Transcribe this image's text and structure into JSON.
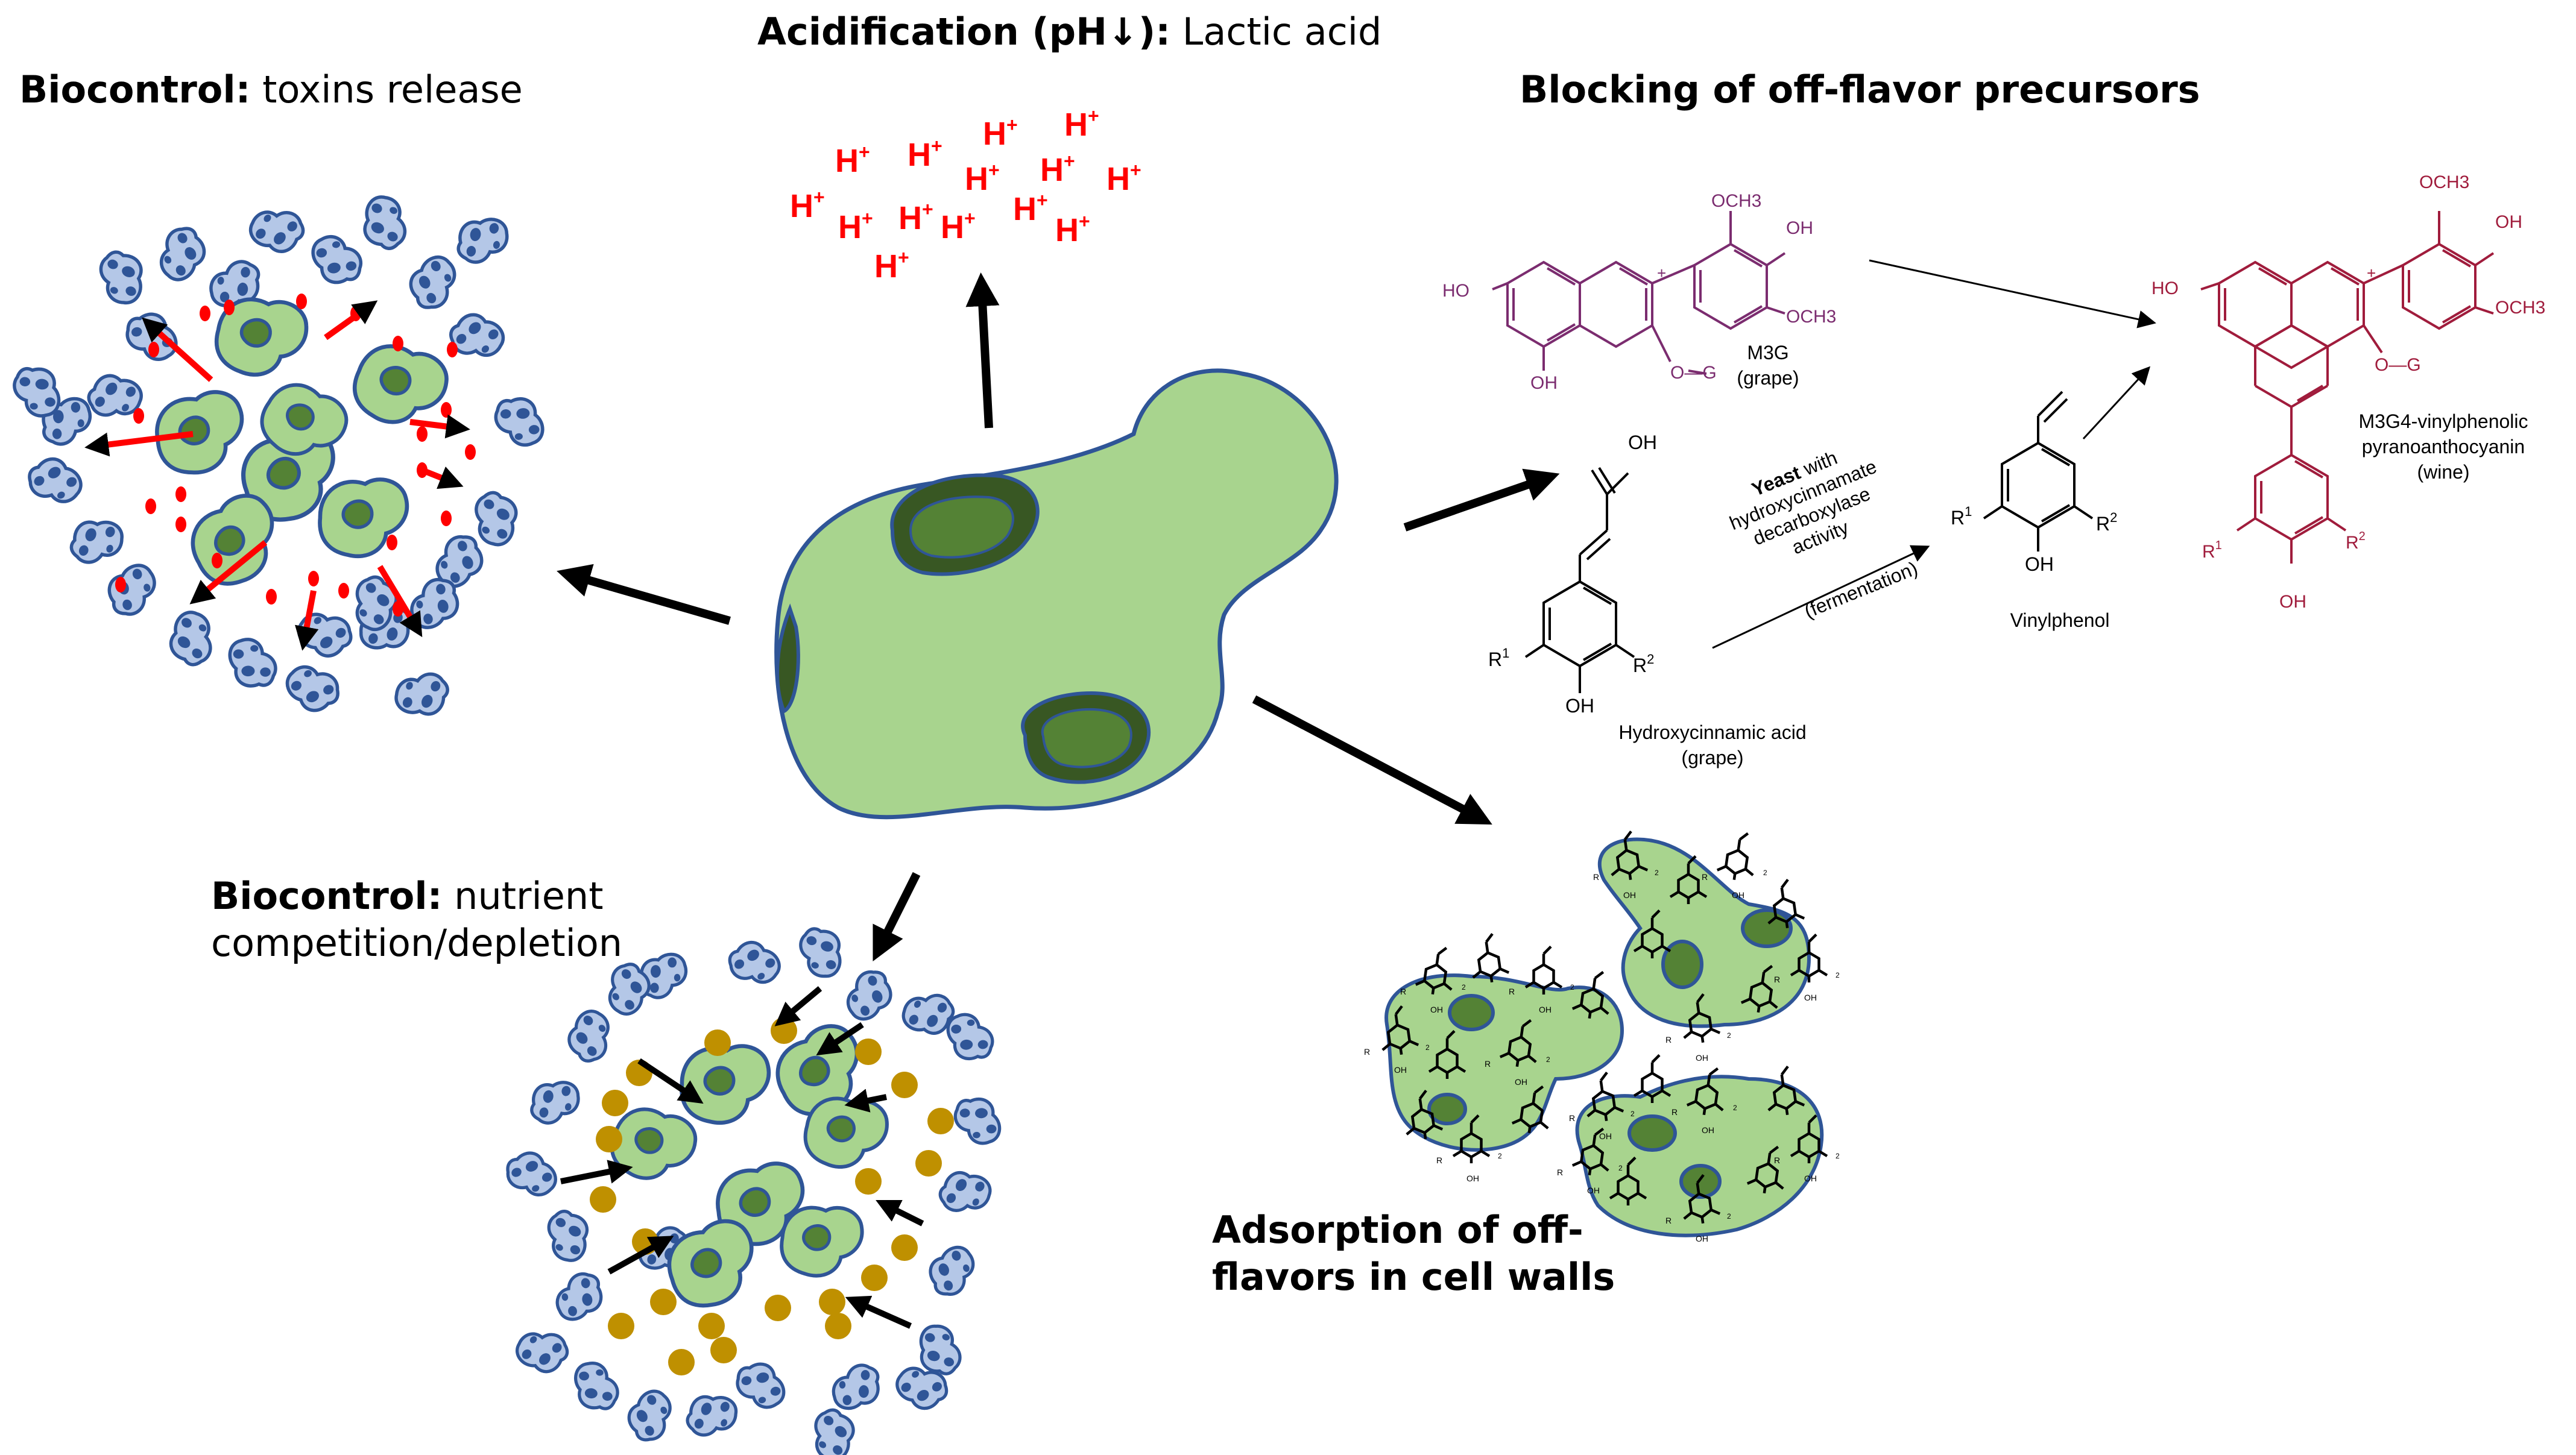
{
  "headings": {
    "toxins": {
      "bold": "Biocontrol:",
      "rest": " toxins release"
    },
    "acid": {
      "bold": "Acidification (pH↓):",
      "rest": " Lactic acid"
    },
    "blocking": {
      "bold": "Blocking of off-flavor precursors"
    },
    "nutrient": {
      "bold": "Biocontrol:",
      "rest_line1": " nutrient",
      "line2": "competition/depletion"
    },
    "adsorption": {
      "line1": "Adsorption of off-",
      "line2": "flavors in cell walls"
    }
  },
  "protons": {
    "symbol": "H",
    "charge": "+",
    "count": 14
  },
  "chemistry": {
    "m3g": {
      "och3_top": "OCH3",
      "oh_right": "OH",
      "och3_right": "OCH3",
      "ho_left": "HO",
      "oh_bottom": "OH",
      "og": "O—G",
      "plus": "+",
      "name": "M3G",
      "source": "(grape)"
    },
    "hca": {
      "oh_acid": "OH",
      "r1": "R",
      "r1_sup": "1",
      "r2": "R",
      "r2_sup": "2",
      "oh": "OH",
      "name": "Hydroxycinnamic acid",
      "source": "(grape)"
    },
    "yeast_label": {
      "bold": "Yeast",
      "line1_rest": " with",
      "line2": "hydroxycinnamate",
      "line3": "decarboxylase",
      "line4": "activity"
    },
    "fermentation": "(fermentation)",
    "vinylphenol": {
      "r1": "R",
      "r1_sup": "1",
      "r2": "R",
      "r2_sup": "2",
      "oh": "OH",
      "name": "Vinylphenol"
    },
    "m3g4": {
      "och3_top": "OCH3",
      "oh_right": "OH",
      "och3_right": "OCH3",
      "ho_left": "HO",
      "og": "O—G",
      "plus": "+",
      "r1": "R",
      "r1_sup": "1",
      "r2": "R",
      "r2_sup": "2",
      "oh": "OH",
      "name_line1": "M3G4-vinylphenolic",
      "name_line2": "pyranoanthocyanin",
      "source": "(wine)"
    }
  },
  "mini_labels": {
    "r": "R",
    "oh": "OH",
    "sup": "2"
  },
  "colors": {
    "cell_fill": "#a8d48e",
    "cell_stroke": "#2f5597",
    "nucleus_dark": "#385723",
    "nucleus_mid": "#548235",
    "pathogen_fill": "#b4c7e7",
    "pathogen_spot": "#2f5597",
    "toxin_red": "#ff0000",
    "nutrient_gold": "#bf9000",
    "anthocyanin": "#7b2c6f",
    "pyrano": "#a01c3c"
  }
}
